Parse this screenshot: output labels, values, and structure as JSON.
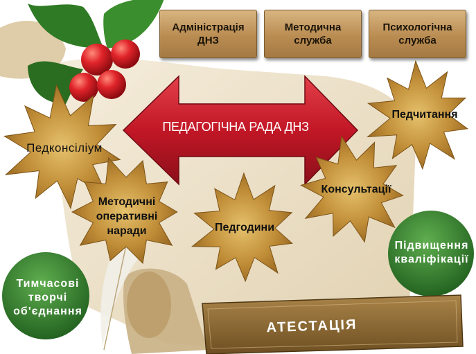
{
  "top_boxes": {
    "administration": "Адміністрація\nДНЗ",
    "methodical": "Методична\nслужба",
    "psychological": "Психологічна\nслужба"
  },
  "center": {
    "title": "ПЕДАГОГІЧНА РАДА ДНЗ"
  },
  "stars": {
    "pedkonsilium": "Педконсіліум",
    "meetings": "Методичні\nоперативні\nнаради",
    "pedhours": "Педгодини",
    "consultations": "Консультації",
    "readings": "Педчитання"
  },
  "circles": {
    "creative_teams": "Тимчасові\nтворчі\nоб'єднання",
    "qualification": "Підвищення\nкваліфікації"
  },
  "banner": {
    "label": "АТЕСТАЦІЯ"
  },
  "colors": {
    "box": "#b98c52",
    "arrow": "#c41c28",
    "star": "#b9862f",
    "circle": "#2c7a2c",
    "banner": "#8d6a33",
    "berry": "#d0141a",
    "leaf": "#2f7a25",
    "scroll": "#e9dcc0"
  }
}
